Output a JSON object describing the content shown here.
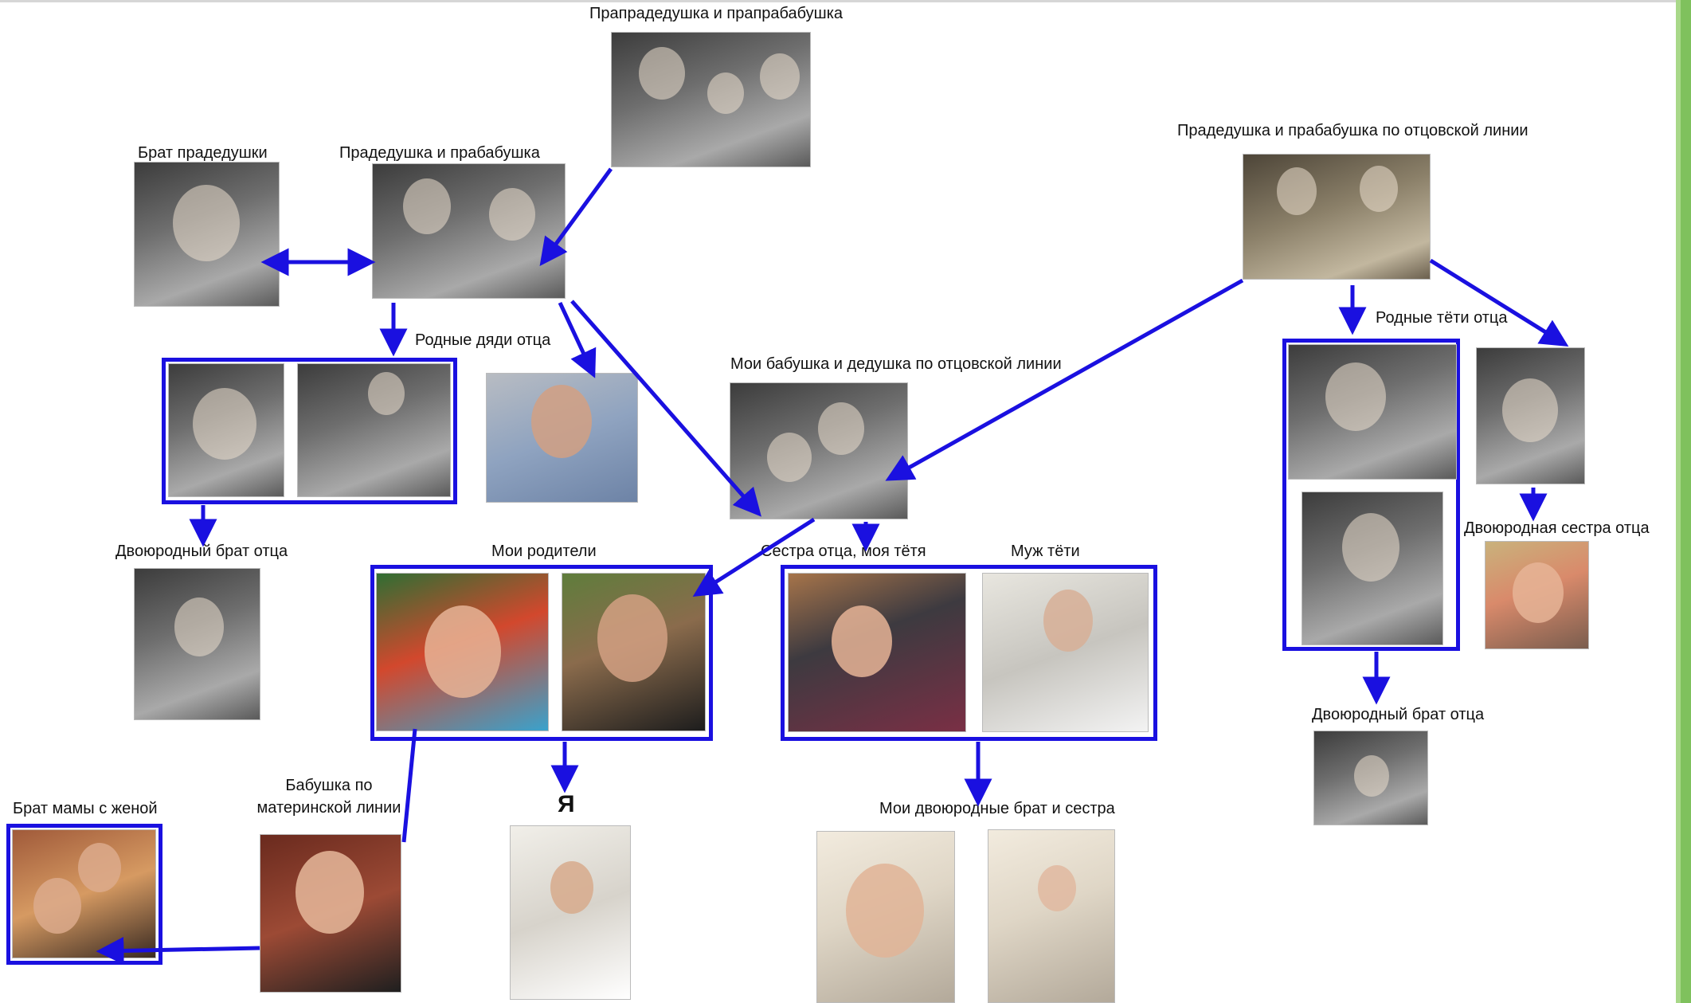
{
  "labels": {
    "great_great": "Прапрадедушка и прапрабабушка",
    "great_grand_uncle": "Брат прадедушки",
    "great_grand": "Прадедушка и прабабушка",
    "father_uncles": "Родные дяди отца",
    "grand_paternal": "Мои бабушка и дедушка по отцовской линии",
    "great_grand_paternal": "Прадедушка и прабабушка по отцовской линии",
    "father_aunts": "Родные тёти отца",
    "father_cousin_brother_left": "Двоюродный брат отца",
    "parents": "Мои родители",
    "aunt": "Сестра отца, моя тётя",
    "aunt_husband": "Муж тёти",
    "father_cousin_sister": "Двоюродная сестра отца",
    "father_cousin_brother_right": "Двоюродный брат отца",
    "maternal_uncle": "Брат мамы с женой",
    "maternal_grandmother": "Бабушка по материнской линии",
    "me": "Я",
    "cousins": "Мои двоюродные брат и сестра"
  },
  "colors": {
    "arrow": "#1a10e0",
    "frame": "#1a10e0",
    "accent_bar": "#7fc15d"
  }
}
